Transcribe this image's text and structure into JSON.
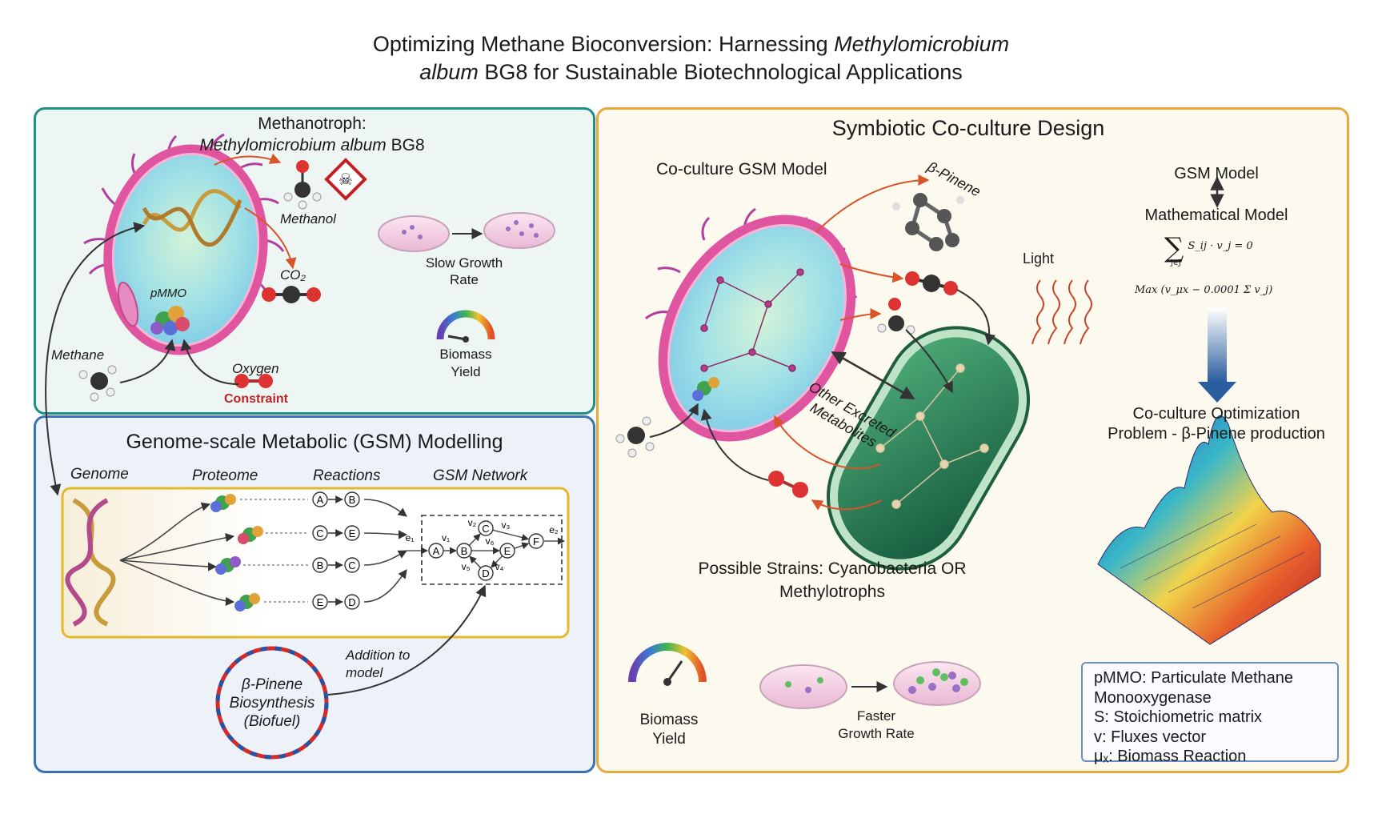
{
  "title": {
    "line1_prefix": "Optimizing Methane Bioconversion: Harnessing ",
    "line1_italic": "Methylomicrobium",
    "line2_italic": "album",
    "line2_suffix": " BG8 for Sustainable Biotechnological Applications"
  },
  "methanotroph_panel": {
    "heading_line1": "Methanotroph:",
    "heading_line2_italic": "Methylomicrobium album",
    "heading_line2_suffix": " BG8",
    "methanol": "Methanol",
    "co2": "CO₂",
    "pmmo": "pMMO",
    "methane": "Methane",
    "oxygen": "Oxygen",
    "constraint": "Constraint",
    "slow_growth_line1": "Slow Growth",
    "slow_growth_line2": "Rate",
    "biomass_line1": "Biomass",
    "biomass_line2": "Yield"
  },
  "gsm_panel": {
    "heading": "Genome-scale Metabolic (GSM) Modelling",
    "col_genome": "Genome",
    "col_proteome": "Proteome",
    "col_reactions": "Reactions",
    "col_network": "GSM Network",
    "reactions": [
      {
        "from": "A",
        "to": "B"
      },
      {
        "from": "C",
        "to": "E"
      },
      {
        "from": "B",
        "to": "C"
      },
      {
        "from": "E",
        "to": "D"
      }
    ],
    "network_nodes": [
      "A",
      "B",
      "C",
      "E",
      "D",
      "F"
    ],
    "network_fluxes": [
      "e₁",
      "v₁",
      "v₂",
      "v₃",
      "v₆",
      "v₅",
      "v₄",
      "e₂"
    ],
    "addition_line1": "Addition to",
    "addition_line2": "model",
    "plasmid_line1": "β-Pinene",
    "plasmid_line2": "Biosynthesis",
    "plasmid_line3": "(Biofuel)"
  },
  "coculture_panel": {
    "heading": "Symbiotic Co-culture Design",
    "gsm_model_label": "Co-culture GSM Model",
    "beta_pinene": "β-Pinene",
    "light": "Light",
    "excreted_line1": "Other Excreted",
    "excreted_line2": "Metabolites",
    "strains_line1": "Possible Strains: Cyanobacteria OR",
    "strains_line2": "Methylotrophs",
    "biomass_line1": "Biomass",
    "biomass_line2": "Yield",
    "faster_line1": "Faster",
    "faster_line2": "Growth Rate",
    "gsm_model": "GSM Model",
    "math_model": "Mathematical Model",
    "eq1": "S_ij · v_j = 0",
    "eq1_sub": "j∈J",
    "eq2": "Max (v_μx − 0.0001 Σ v_j)",
    "optimization_line1": "Co-culture Optimization",
    "optimization_line2": "Problem - β-Pinene production"
  },
  "legend": {
    "line1": "pMMO: Particulate Methane",
    "line2": "Monooxygenase",
    "line3": "S: Stoichiometric matrix",
    "line4": "v: Fluxes vector",
    "line5": "μₓ: Biomass Reaction"
  },
  "colors": {
    "teal_border": "#1f8f86",
    "blue_border": "#3a72b8",
    "orange_border": "#e7a93c",
    "constraint_red": "#c32025",
    "arrow_red": "#d9532b",
    "cell_pink": "#e0559f",
    "rod_green": "#2f7d4e"
  }
}
